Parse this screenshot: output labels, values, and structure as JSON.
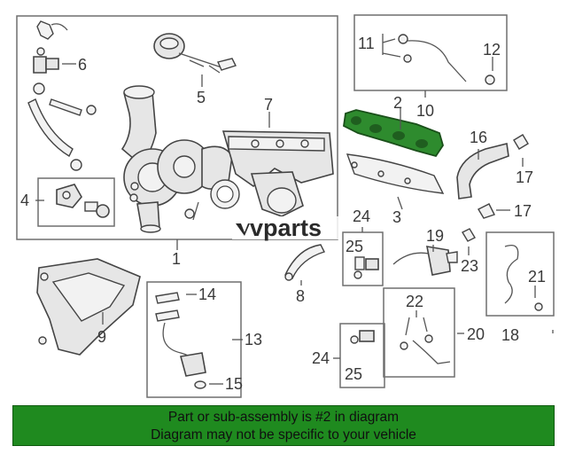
{
  "watermark": "vparts",
  "callouts": {
    "c1": "1",
    "c2": "2",
    "c3": "3",
    "c4": "4",
    "c5": "5",
    "c6": "6",
    "c7": "7",
    "c8": "8",
    "c9": "9",
    "c10": "10",
    "c11": "11",
    "c12": "12",
    "c13": "13",
    "c14": "14",
    "c15": "15",
    "c16": "16",
    "c17a": "17",
    "c17b": "17",
    "c18": "18",
    "c19": "19",
    "c20": "20",
    "c21": "21",
    "c22": "22",
    "c23": "23",
    "c24a": "24",
    "c24b": "24",
    "c25a": "25",
    "c25b": "25"
  },
  "highlight_color": "#2e8b2e",
  "footer": {
    "line1": "Part or sub-assembly is #2 in diagram",
    "line2": "Diagram may not be specific to your vehicle"
  }
}
